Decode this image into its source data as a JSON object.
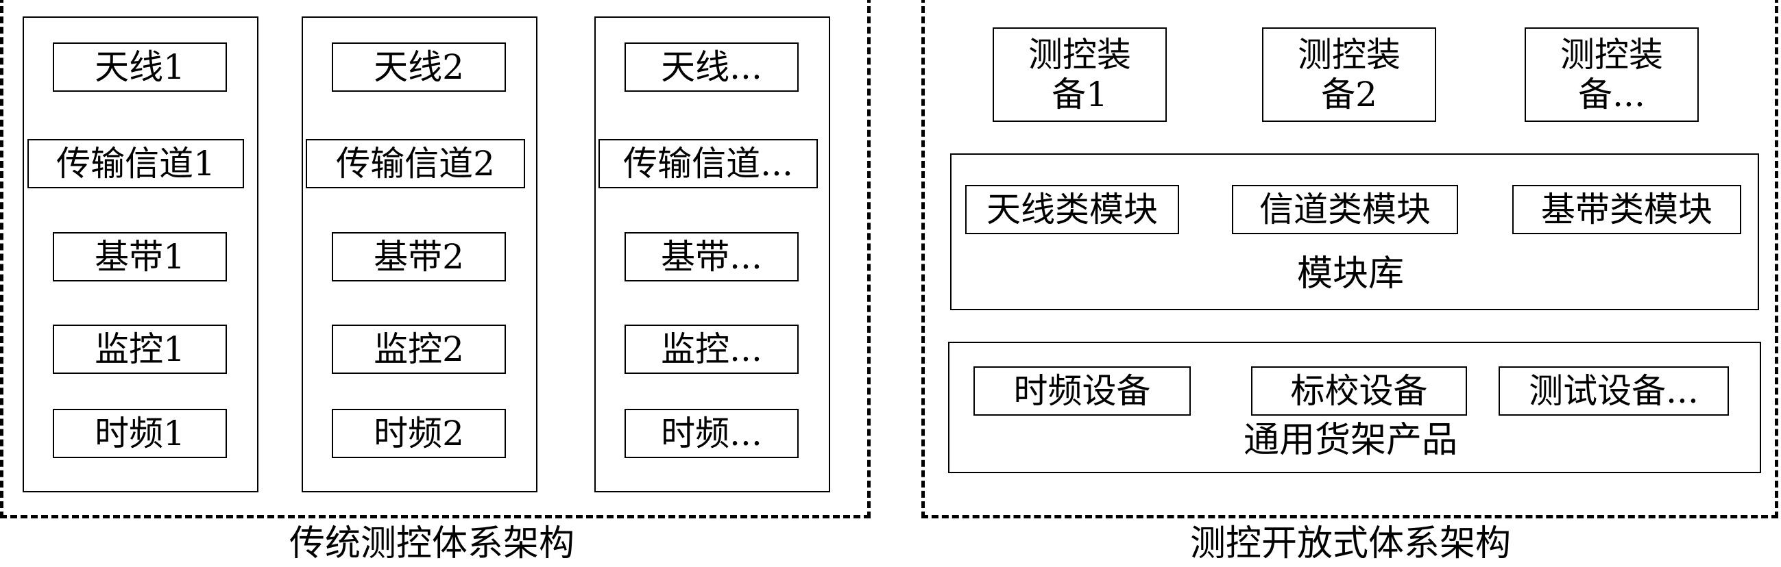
{
  "traditional": {
    "caption": "传统测控体系架构",
    "columns": [
      {
        "items": [
          "天线1",
          "传输信道1",
          "基带1",
          "监控1",
          "时频1"
        ]
      },
      {
        "items": [
          "天线2",
          "传输信道2",
          "基带2",
          "监控2",
          "时频2"
        ]
      },
      {
        "items": [
          "天线...",
          "传输信道...",
          "基带...",
          "监控...",
          "时频..."
        ]
      }
    ]
  },
  "open": {
    "caption": "测控开放式体系架构",
    "equipment": [
      "测控装\n备1",
      "测控装\n备2",
      "测控装\n备..."
    ],
    "module_library": {
      "label": "模块库",
      "modules": [
        "天线类模块",
        "信道类模块",
        "基带类模块"
      ]
    },
    "shelf_products": {
      "label": "通用货架产品",
      "devices": [
        "时频设备",
        "标校设备",
        "测试设备..."
      ]
    }
  }
}
